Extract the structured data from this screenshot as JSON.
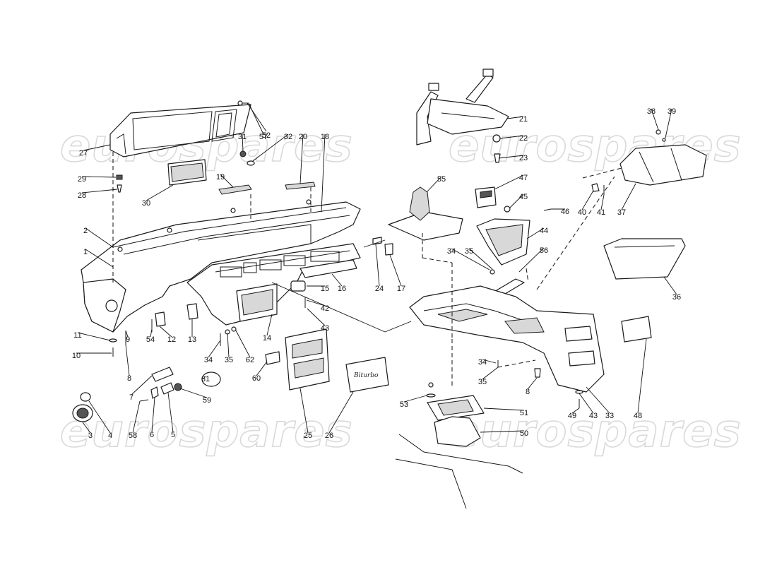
{
  "watermark": {
    "text": "eurospares",
    "color": "#d9d9d9"
  },
  "badge_text": "Biturbo",
  "callouts": [
    {
      "label": "1"
    },
    {
      "label": "2"
    },
    {
      "label": "3"
    },
    {
      "label": "4"
    },
    {
      "label": "5"
    },
    {
      "label": "6"
    },
    {
      "label": "7"
    },
    {
      "label": "8"
    },
    {
      "label": "9"
    },
    {
      "label": "10"
    },
    {
      "label": "11"
    },
    {
      "label": "12"
    },
    {
      "label": "13"
    },
    {
      "label": "14"
    },
    {
      "label": "15"
    },
    {
      "label": "16"
    },
    {
      "label": "17"
    },
    {
      "label": "18"
    },
    {
      "label": "19"
    },
    {
      "label": "20"
    },
    {
      "label": "21"
    },
    {
      "label": "22"
    },
    {
      "label": "23"
    },
    {
      "label": "24"
    },
    {
      "label": "25"
    },
    {
      "label": "26"
    },
    {
      "label": "27"
    },
    {
      "label": "28"
    },
    {
      "label": "29"
    },
    {
      "label": "30"
    },
    {
      "label": "31"
    },
    {
      "label": "32"
    },
    {
      "label": "33"
    },
    {
      "label": "34"
    },
    {
      "label": "35"
    },
    {
      "label": "34"
    },
    {
      "label": "35"
    },
    {
      "label": "34"
    },
    {
      "label": "35"
    },
    {
      "label": "36"
    },
    {
      "label": "37"
    },
    {
      "label": "38"
    },
    {
      "label": "39"
    },
    {
      "label": "40"
    },
    {
      "label": "41"
    },
    {
      "label": "42"
    },
    {
      "label": "43"
    },
    {
      "label": "43"
    },
    {
      "label": "44"
    },
    {
      "label": "45"
    },
    {
      "label": "46"
    },
    {
      "label": "47"
    },
    {
      "label": "48"
    },
    {
      "label": "49"
    },
    {
      "label": "50"
    },
    {
      "label": "51"
    },
    {
      "label": "52"
    },
    {
      "label": "53"
    },
    {
      "label": "54"
    },
    {
      "label": "55"
    },
    {
      "label": "56"
    },
    {
      "label": "57"
    },
    {
      "label": "58"
    },
    {
      "label": "59"
    },
    {
      "label": "60"
    },
    {
      "label": "61"
    },
    {
      "label": "62"
    },
    {
      "label": "8"
    }
  ]
}
